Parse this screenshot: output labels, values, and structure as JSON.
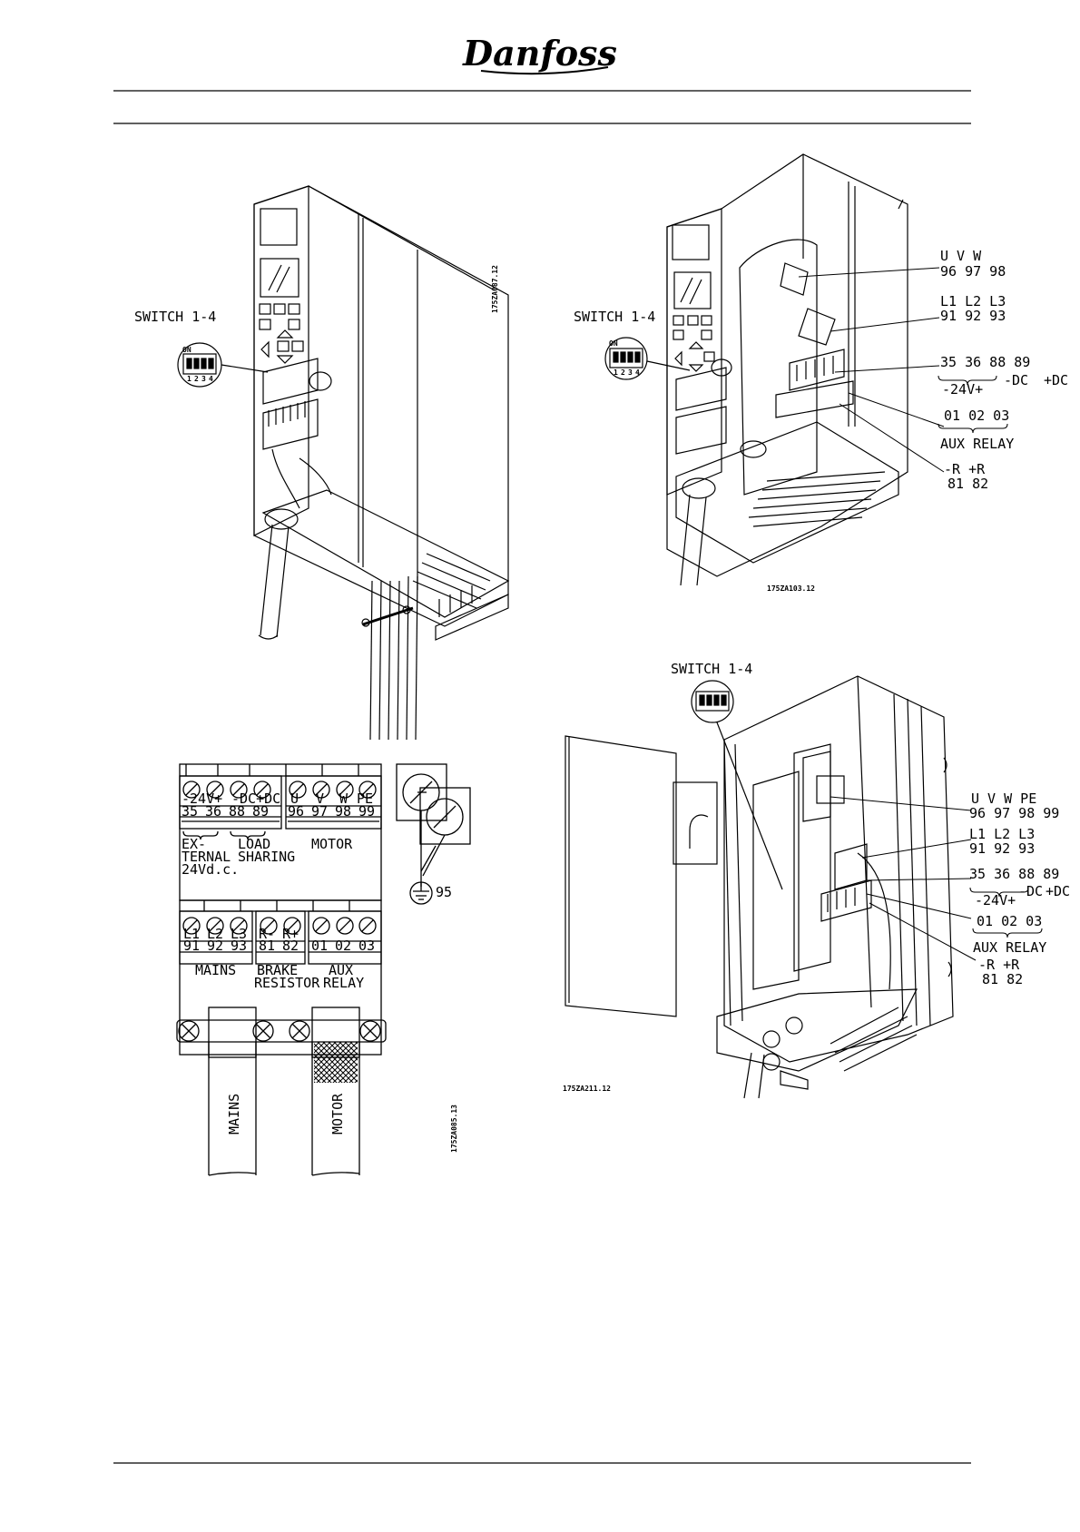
{
  "header": {
    "brand": "Danfoss"
  },
  "fig_a": {
    "switch_label": "SWITCH  1-4",
    "drawing_code": "175ZA087.12",
    "switch_on": "ON",
    "switch_numbers": [
      "1",
      "2",
      "3",
      "4"
    ]
  },
  "fig_b": {
    "switch_label": "SWITCH  1-4",
    "drawing_code": "175ZA103.12",
    "switch_on": "ON",
    "switch_numbers": [
      "1",
      "2",
      "3",
      "4"
    ],
    "callouts": {
      "uvw_names": "U   V   W",
      "uvw_nums": "96  97  98",
      "mains_names": "L1  L2  L3",
      "mains_nums": "91  92  93",
      "dc_nums": "35    36   88    89",
      "dc_24v": "-24V+",
      "dc_minus": "-DC",
      "dc_plus": "+DC",
      "relay_nums": "01  02  03",
      "relay_name": "AUX  RELAY",
      "brake_names": "-R  +R",
      "brake_nums": "81  82"
    }
  },
  "fig_c": {
    "drawing_code": "175ZA085.13",
    "top_left_block": {
      "signs": [
        "-24V+",
        "-DC+DC"
      ],
      "numbers": [
        "35",
        "36",
        "88",
        "89"
      ],
      "desc1": [
        "EX-",
        "TERNAL",
        "24Vd.c."
      ],
      "desc2": [
        "LOAD",
        "SHARING"
      ]
    },
    "top_right_block": {
      "signs": [
        "U",
        "V",
        "W",
        "PE"
      ],
      "numbers": [
        "96",
        "97",
        "98",
        "99"
      ],
      "desc": "MOTOR"
    },
    "bottom_left_block": {
      "signs": [
        "L1",
        "L2",
        "L3"
      ],
      "numbers": [
        "91",
        "92",
        "93"
      ],
      "desc": "MAINS"
    },
    "bottom_mid_block": {
      "signs": [
        "R-",
        "R+"
      ],
      "numbers": [
        "81",
        "82"
      ],
      "desc": [
        "BRAKE",
        "RESISTOR"
      ]
    },
    "bottom_right_block": {
      "numbers": [
        "01",
        "02",
        "03"
      ],
      "desc": [
        "AUX",
        "RELAY"
      ]
    },
    "earth_label": "95",
    "cable_mains": "MAINS",
    "cable_motor": "MOTOR"
  },
  "fig_d": {
    "switch_label": "SWITCH  1-4",
    "drawing_code": "175ZA211.12",
    "callouts": {
      "uvw_names": "U   V   W PE",
      "uvw_nums": "96  97  98  99",
      "mains_names": "L1  L2  L3",
      "mains_nums": "91  92  93",
      "dc_nums": "35    36   88    89",
      "dc_24v": "-24V+",
      "dc_minus": "-DC",
      "dc_plus": "+DC",
      "relay_nums": "01  02  03",
      "relay_name": "AUX  RELAY",
      "brake_names": "-R  +R",
      "brake_nums": "81  82"
    }
  }
}
